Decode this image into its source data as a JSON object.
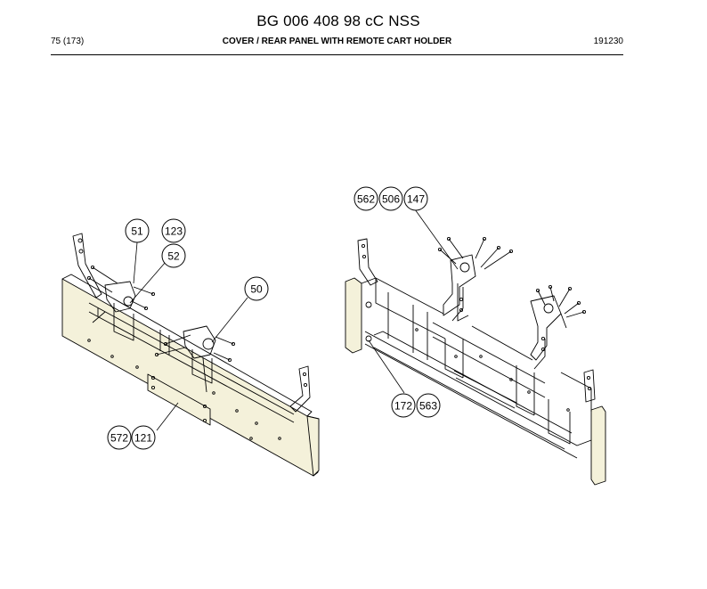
{
  "header": {
    "doc_title": "BG 006 408 98 cC NSS",
    "page_number": "75 (173)",
    "section_title": "COVER / REAR PANEL WITH REMOTE CART HOLDER",
    "revision_date": "191230"
  },
  "callouts": {
    "c51": "51",
    "c123": "123",
    "c52": "52",
    "c50": "50",
    "c572": "572",
    "c121": "121",
    "c562": "562",
    "c506": "506",
    "c147": "147",
    "c172": "172",
    "c563": "563"
  },
  "colors": {
    "panel_fill": "#f4f1da",
    "line": "#000000"
  }
}
